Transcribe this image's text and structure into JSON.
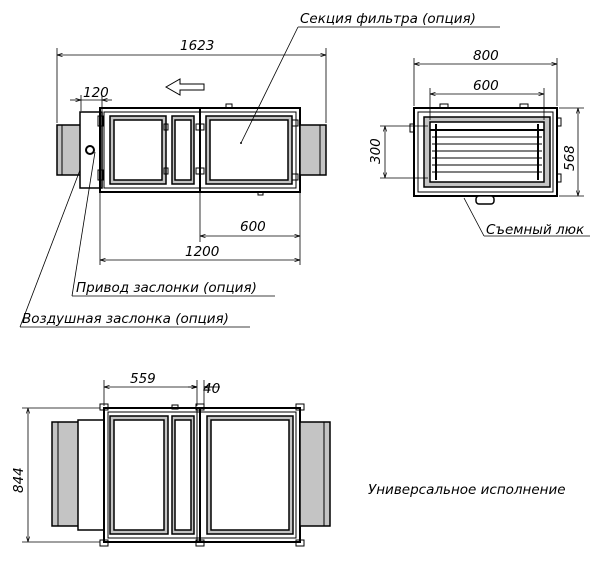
{
  "labels": {
    "filter_section": "Секция фильтра (опция)",
    "damper_drive": "Привод заслонки (опция)",
    "air_damper": "Воздушная заслонка (опция)",
    "removable_hatch": "Съемный люк",
    "universal_version": "Универсальное исполнение"
  },
  "dimensions": {
    "total_length": "1623",
    "flange": "120",
    "filter_length": "600",
    "body_length": "1200",
    "width_outer": "800",
    "width_inner": "600",
    "duct_height": "300",
    "height": "568",
    "offset_559": "559",
    "offset_40": "40",
    "depth": "844"
  }
}
